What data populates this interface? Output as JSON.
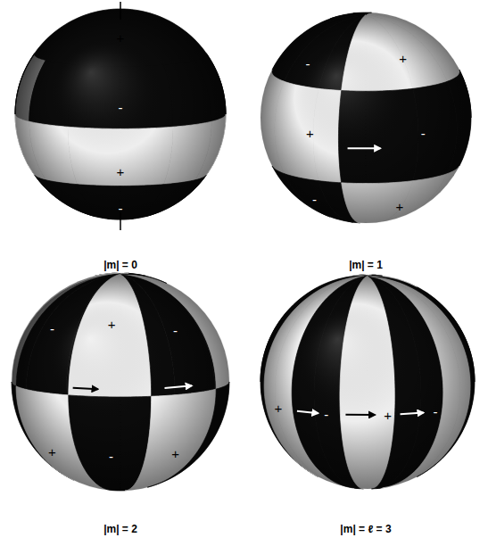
{
  "diagram": {
    "labels": [
      "+",
      "-",
      "+",
      "-",
      "-",
      "+",
      "+",
      "-",
      "-",
      "+",
      "|m| = 0",
      "|m| = 1",
      "-",
      "+",
      "-",
      "+",
      "-",
      "+",
      "+",
      "-",
      "+",
      "-",
      "|m| = 2",
      "|m| = ℓ = 3"
    ]
  }
}
